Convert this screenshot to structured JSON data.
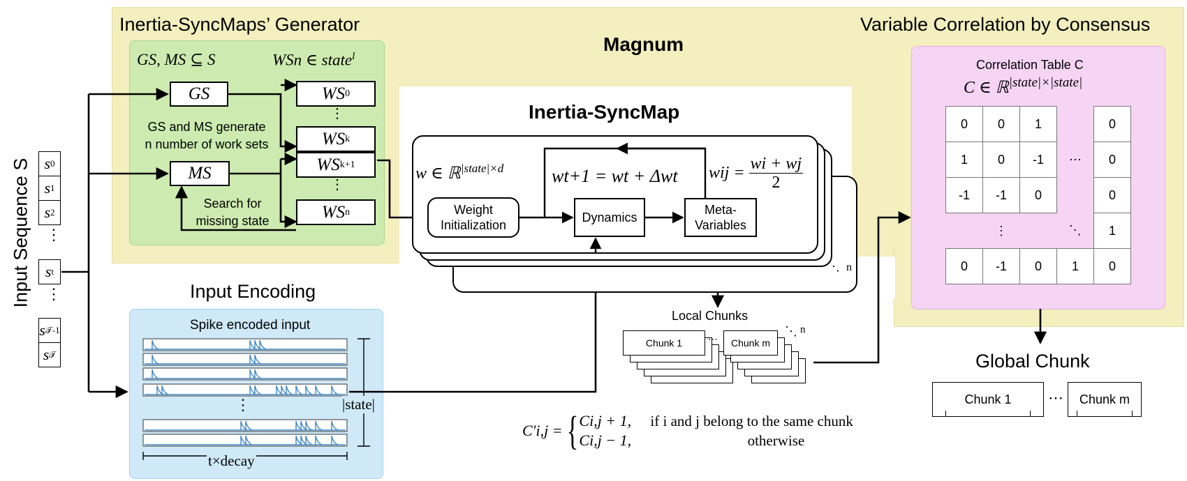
{
  "input_sequence": {
    "label": "Input Sequence S",
    "items": [
      "s0",
      "s1",
      "s2",
      "…",
      "st",
      "…",
      "s𝒯-1",
      "s𝒯"
    ],
    "item_main": [
      "s",
      "s",
      "s",
      "",
      "s",
      "",
      "s",
      "s"
    ],
    "item_sub": [
      "0",
      "1",
      "2",
      "",
      "t",
      "",
      "𝒯-1",
      "𝒯"
    ]
  },
  "generator": {
    "title": "Inertia-SyncMaps’ Generator",
    "set_notation": "GS, MS ⊆ S",
    "ws_notation": "WSn ∈ state",
    "ws_notation_sup": "l",
    "gs_label": "GS",
    "ms_label": "MS",
    "note_line1": "GS and MS generate",
    "note_line2": "n number of work sets",
    "search_line1": "Search for",
    "search_line2": "missing state",
    "ws_boxes": [
      {
        "main": "WS",
        "sub": "0"
      },
      {
        "main": "WS",
        "sub": "k"
      },
      {
        "main": "WS",
        "sub": "k+1"
      },
      {
        "main": "WS",
        "sub": "n"
      }
    ],
    "vdots": "⋮"
  },
  "magnum": {
    "title": "Magnum"
  },
  "syncmap": {
    "title": "Inertia-SyncMap",
    "w_def": "w ∈ ℝ",
    "w_def_sup": "|state|×d",
    "update_rule": "wt+1 = wt + Δwt",
    "wij": "wij =",
    "wij_num": "wi + wj",
    "wij_den": "2",
    "weight_init_line1": "Weight",
    "weight_init_line2": "Initialization",
    "dynamics": "Dynamics",
    "meta_line1": "Meta-",
    "meta_line2": "Variables",
    "stack_n": "n"
  },
  "encoding": {
    "title": "Input Encoding",
    "subtitle": "Spike encoded input",
    "state_label": "|state|",
    "time_label": "t×decay",
    "vdots": "⋮"
  },
  "local_chunks": {
    "title": "Local Chunks",
    "chunk1": "Chunk 1",
    "chunkm": "Chunk m",
    "n": "n"
  },
  "consensus": {
    "title": "Variable Correlation by Consensus",
    "table_title": "Correlation Table C",
    "table_formula": "C ∈ ℝ",
    "table_formula_sup": "|state|×|state|",
    "rows": [
      [
        "0",
        "0",
        "1",
        "",
        "0"
      ],
      [
        "1",
        "0",
        "-1",
        "⋯",
        "0"
      ],
      [
        "-1",
        "-1",
        "0",
        "",
        "0"
      ],
      [
        "",
        "⋮",
        "",
        "⋱",
        "1"
      ],
      [
        "0",
        "-1",
        "0",
        "1",
        "0"
      ]
    ]
  },
  "global_chunk": {
    "title": "Global Chunk",
    "chunk1": "Chunk 1",
    "dots": "⋯",
    "chunkm": "Chunk m"
  },
  "update_formula": {
    "lhs": "C′i,j =",
    "case1_expr": "Ci,j + 1,",
    "case1_cond": "if i and j belong to the same chunk",
    "case2_expr": "Ci,j − 1,",
    "case2_cond": "otherwise"
  },
  "colors": {
    "yellow": "#f3efbe",
    "green": "#cdebb0",
    "blue": "#cfe9f8",
    "pink": "#f6d4f3",
    "spike": "#3a86c6"
  }
}
